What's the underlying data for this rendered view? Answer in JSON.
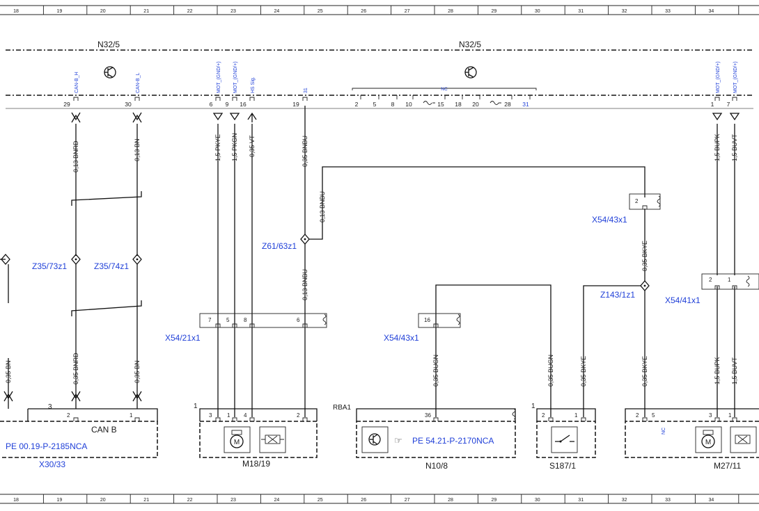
{
  "grid_numbers": [
    "18",
    "19",
    "20",
    "21",
    "22",
    "23",
    "24",
    "25",
    "26",
    "27",
    "28",
    "29",
    "30",
    "31",
    "32",
    "33",
    "34"
  ],
  "component_n32": "N32/5",
  "pin_labels": {
    "can_h": "CAN-B_H",
    "can_l": "CAN-B_L",
    "mot_gnd": "MOT_(GND/+)",
    "hs_sig": "HS Sig.",
    "p31": "31",
    "nc": "NC"
  },
  "pin_numbers": {
    "p29": "29",
    "p30": "30",
    "p6": "6",
    "p9": "9",
    "p16": "16",
    "p19": "19",
    "r2": "2",
    "r5": "5",
    "r8": "8",
    "r10": "10",
    "r15": "15",
    "r18": "18",
    "r20": "20",
    "r28": "28",
    "r31": "31",
    "p1": "1",
    "p7": "7"
  },
  "wires": {
    "w_bnrd": "0,13 BNRD",
    "w_bn": "0,13 BN",
    "w_pkye": "1,5 PKYE",
    "w_pkgn": "1,5 PKGN",
    "w_vt": "0,35 VT",
    "w_bnbu": "0,35 BNBU",
    "w_bnbu13a": "0,13 BNBU",
    "w_bnbu13b": "0,13 BNBU",
    "w_bkye_a": "0,35 BKYE",
    "w_bupk": "1,5 BUPK",
    "w_buvt": "1,5 BUVT",
    "w_bnrd35": "0,35 BNRD",
    "w_bn35": "0,35 BN",
    "w_bn_left": "0,35 BN",
    "w_bugn_a": "0,35 BUGN",
    "w_bugn_b": "0,35 BUGN",
    "w_bkye_b": "0,35 BKYE",
    "w_bkye_c": "0,35 BKYE",
    "w_bupk2": "1,5 BUPK",
    "w_buvt2": "1,5 BUVT"
  },
  "connectors": {
    "x54_43x1_top": "X54/43x1",
    "z61": "Z61/63z1",
    "z35_73": "Z35/73z1",
    "z35_74": "Z35/74z1",
    "z143": "Z143/1z1",
    "x54_41x1": "X54/41x1",
    "x54_21x1": "X54/21x1",
    "x54_43x1_mid": "X54/43x1"
  },
  "connector_pins": {
    "x43_top_pin": "2",
    "x41_pin_a": "2",
    "x41_pin_b": "1",
    "x21_pin_7": "7",
    "x21_pin_5": "5",
    "x21_pin_8": "8",
    "x21_pin_6": "6",
    "x43_mid_pin": "16"
  },
  "bottom": {
    "x30_pin3": "3",
    "x30_pin2": "2",
    "x30_pin1": "1",
    "canb": "CAN B",
    "pe1": "PE 00.19-P-2185NCA",
    "x30_name": "X30/33",
    "m18_pin_1": "1",
    "m18_pins": [
      "3",
      "1",
      "4",
      "2"
    ],
    "m18_name": "M18/19",
    "rba1": "RBA1",
    "n10_pin": "36",
    "pe2": "PE 54.21-P-2170NCA",
    "n10_name": "N10/8",
    "s187_pin_1": "1",
    "s187_pins": [
      "2",
      "1"
    ],
    "s187_name": "S187/1",
    "m27_pins": [
      "2",
      "5",
      "3",
      "1"
    ],
    "m27_nc": "NC",
    "m27_name": "M27/11"
  },
  "colors": {
    "ink": "#111111",
    "link_blue": "#1f3fd8",
    "rail_gray": "#9a9a9a"
  }
}
